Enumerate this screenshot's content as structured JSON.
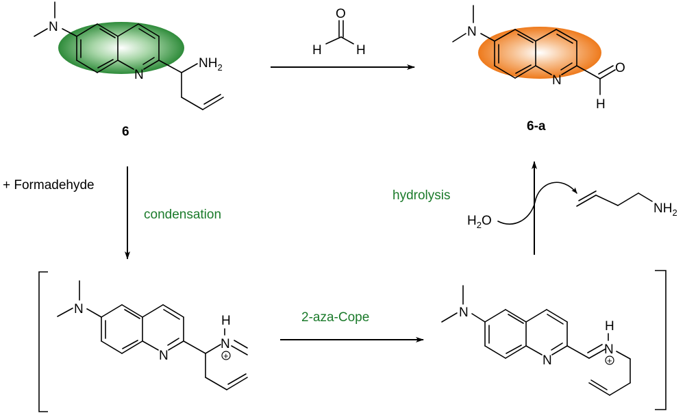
{
  "compounds": {
    "start": {
      "label": "6",
      "amine_N": "N",
      "ring_N": "N",
      "nh2": "NH",
      "nh2_sub": "2",
      "highlight_color": "#2e8b3a"
    },
    "product": {
      "label": "6-a",
      "amine_N": "N",
      "ring_N": "N",
      "carbonyl_O": "O",
      "aldehyde_H": "H",
      "highlight_color": "#f07a1a"
    },
    "intermediate_1": {
      "amine_N": "N",
      "ring_N": "N",
      "iminium_N": "N",
      "iminium_H": "H",
      "charge": "+"
    },
    "intermediate_2": {
      "amine_N": "N",
      "ring_N": "N",
      "iminium_N": "N",
      "iminium_H": "H",
      "charge": "+"
    },
    "byproduct": {
      "nh2": "NH",
      "nh2_sub": "2"
    }
  },
  "reagents": {
    "formaldehyde": {
      "O": "O",
      "H_left": "H",
      "H_right": "H"
    },
    "plus_formaldehyde": "+ Formadehyde",
    "water": {
      "H": "H",
      "sub": "2",
      "O": "O"
    }
  },
  "steps": {
    "condensation": "condensation",
    "aza_cope": "2-aza-Cope",
    "hydrolysis": "hydrolysis"
  },
  "colors": {
    "condition_text": "#1a7a2a",
    "green_ellipse": "#2e8b3a",
    "orange_ellipse": "#f07a1a"
  }
}
